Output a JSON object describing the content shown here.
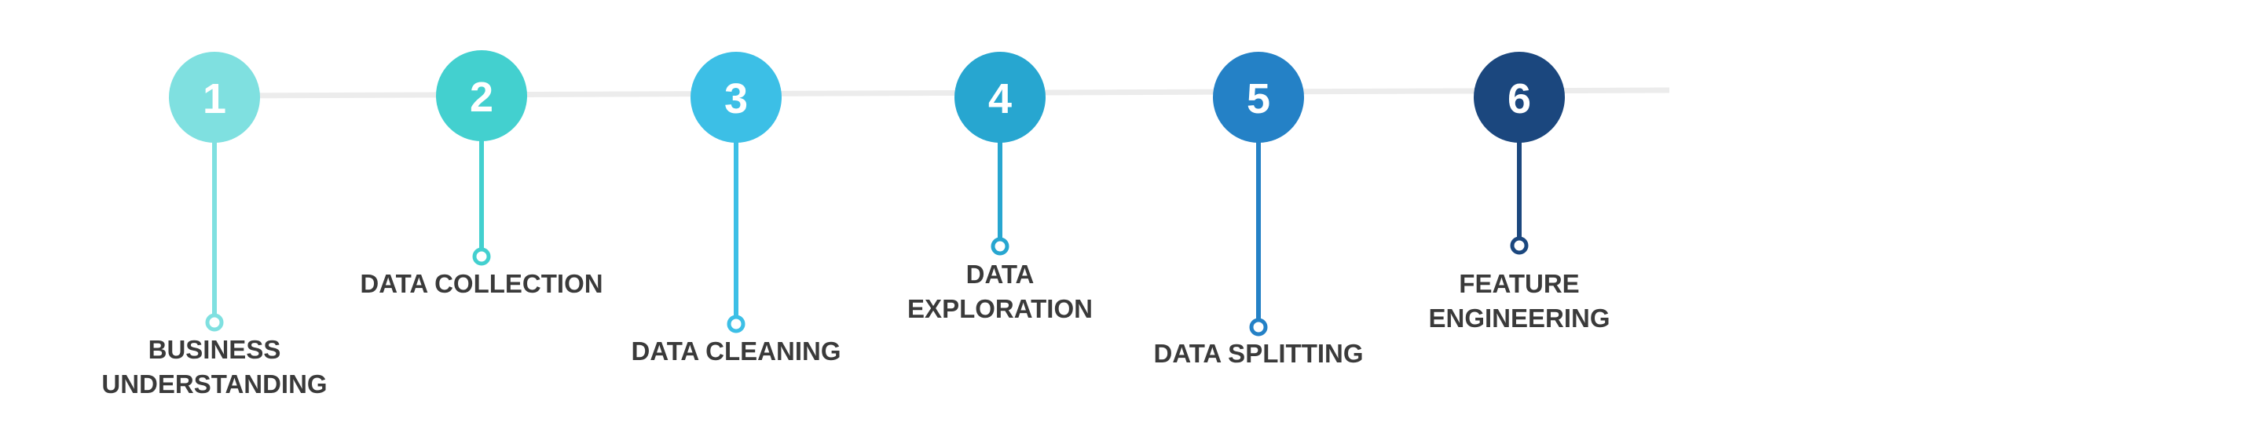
{
  "steps": [
    {
      "number": "1",
      "lines": [
        "BUSINESS",
        "UNDERSTANDING"
      ],
      "color": "#7fe0e0"
    },
    {
      "number": "2",
      "lines": [
        "DATA COLLECTION"
      ],
      "color": "#43d0cf"
    },
    {
      "number": "3",
      "lines": [
        "DATA CLEANING"
      ],
      "color": "#3cbfe6"
    },
    {
      "number": "4",
      "lines": [
        "DATA",
        "EXPLORATION"
      ],
      "color": "#27a6d0"
    },
    {
      "number": "5",
      "lines": [
        "DATA SPLITTING"
      ],
      "color": "#2481c6"
    },
    {
      "number": "6",
      "lines": [
        "FEATURE",
        "ENGINEERING"
      ],
      "color": "#1b477e"
    }
  ],
  "colors": {
    "baseline": "#ececec",
    "text": "#3a3a3a"
  }
}
